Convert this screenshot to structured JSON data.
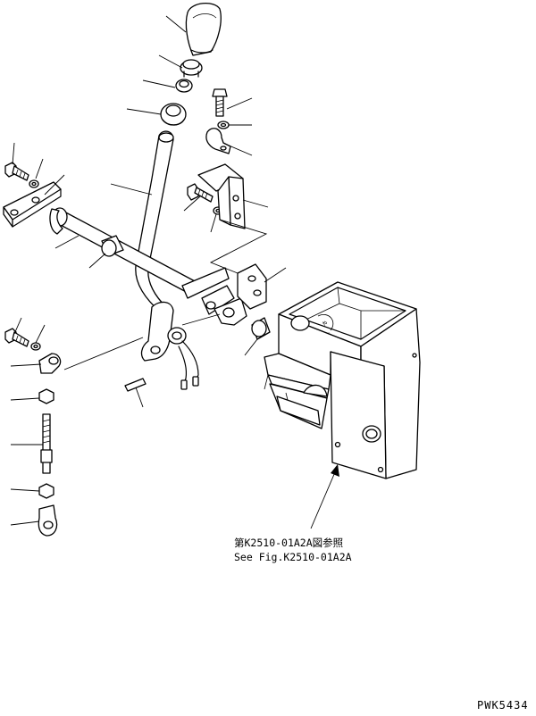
{
  "reference": {
    "line_jp": "第K2510-01A2A図参照",
    "line_en": "See Fig.K2510-01A2A"
  },
  "drawing_code": "PWK5434"
}
